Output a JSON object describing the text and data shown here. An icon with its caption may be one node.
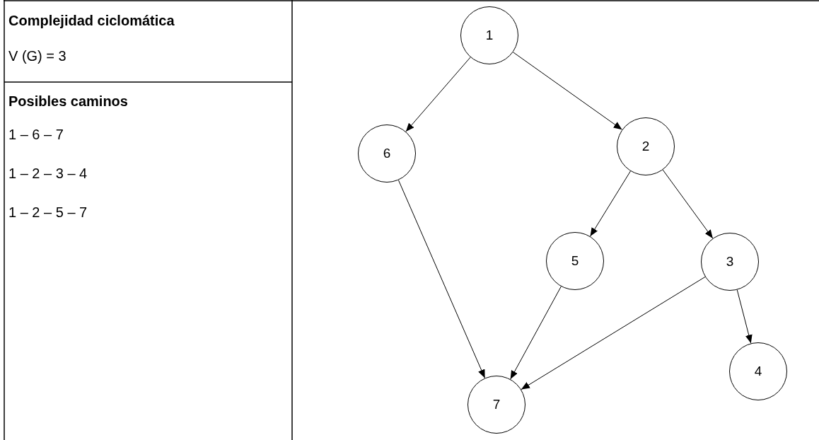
{
  "diagram": {
    "nodes": [
      {
        "text": [
          "1"
        ]
      },
      {
        "text": [
          "6"
        ]
      },
      {
        "text": [
          "2"
        ]
      },
      {
        "text": [
          "5"
        ]
      },
      {
        "text": [
          "3"
        ]
      },
      {
        "text": [
          "4"
        ]
      },
      {
        "text": [
          "7"
        ]
      }
    ],
    "edges": [
      {
        "from": 0,
        "to": 1,
        "arrow": "to"
      },
      {
        "from": 0,
        "to": 2,
        "arrow": "to"
      },
      {
        "from": 1,
        "to": 6,
        "arrow": "to"
      },
      {
        "from": 2,
        "to": 3,
        "arrow": "to"
      },
      {
        "from": 2,
        "to": 4,
        "arrow": "to"
      },
      {
        "from": 3,
        "to": 6,
        "arrow": "to"
      },
      {
        "from": 4,
        "to": 6,
        "arrow": "to"
      },
      {
        "from": 4,
        "to": 5,
        "arrow": "to"
      }
    ],
    "labels": [
      "Complejidad ciclomática",
      "V (G) = 3",
      "Posibles caminos",
      "1 – 6 – 7",
      "1 – 2 – 3 – 4",
      "1 – 2 – 5 – 7"
    ]
  }
}
